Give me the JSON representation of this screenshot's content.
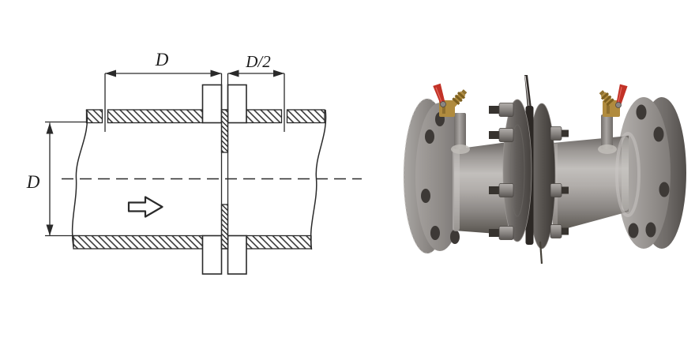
{
  "figure": {
    "background": "#ffffff",
    "schematic": {
      "labels": {
        "upstream_tap_distance": "D",
        "downstream_tap_distance": "D/2",
        "pipe_inner_diameter": "D"
      },
      "line_color": "#2a2a2a"
    },
    "photo": {
      "colors": {
        "steel_highlight": "#c6c3c0",
        "steel_mid": "#a09c99",
        "steel_shadow": "#56524f",
        "center_flange_dark": "#4e4a47",
        "bolt_hole": "#3d3936",
        "valve_handle_red": "#c23227",
        "brass_fitting": "#b08b3e"
      }
    }
  }
}
